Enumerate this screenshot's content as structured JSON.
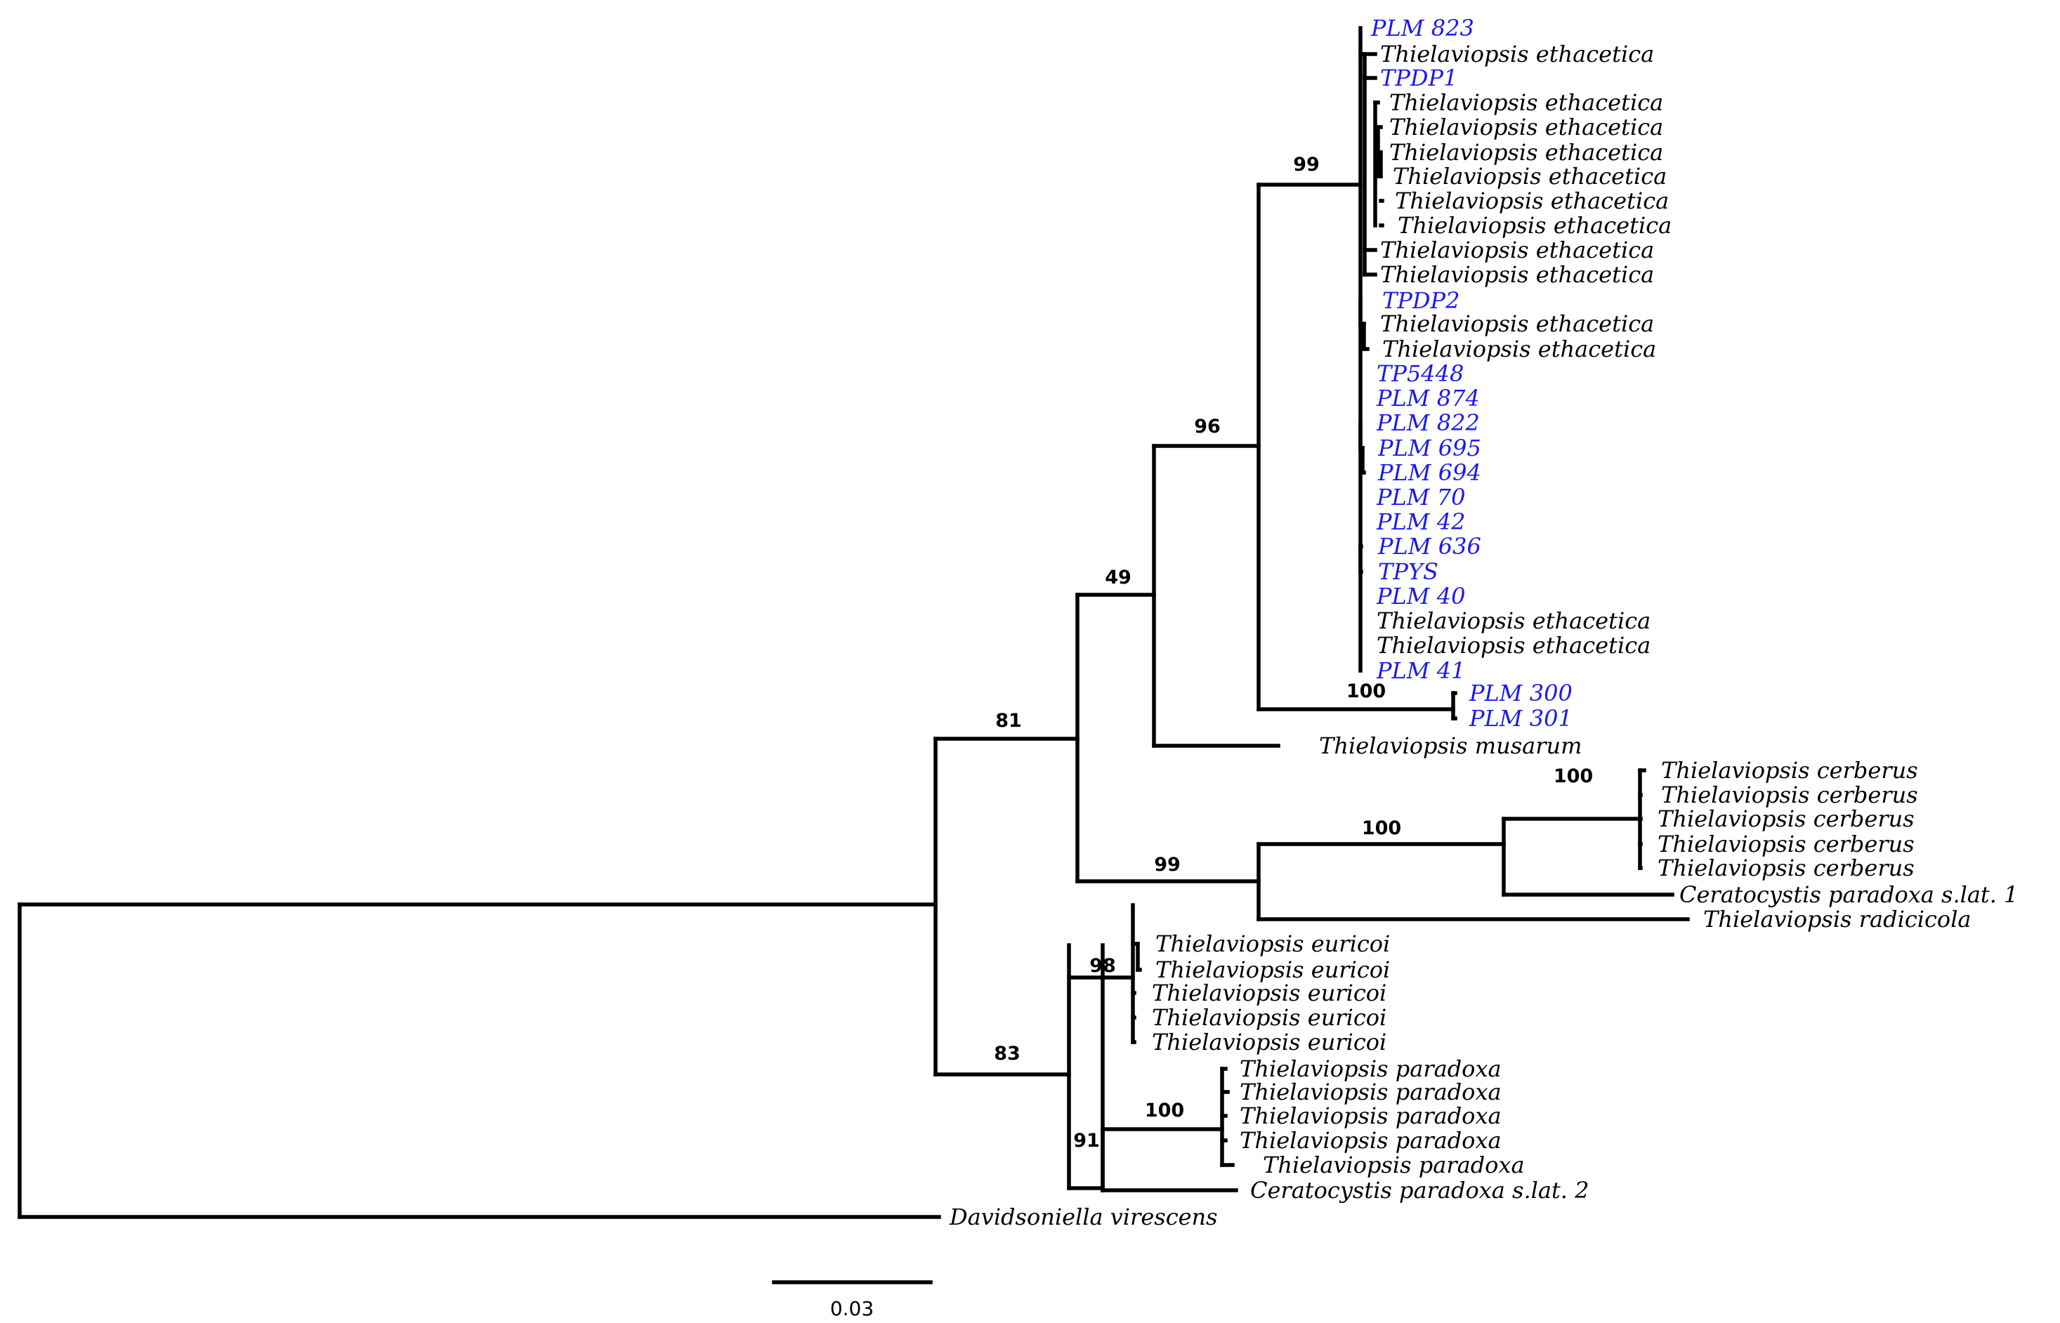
{
  "colors": {
    "branch": "#000000",
    "reference_taxon": "#000000",
    "study_isolate": "#1a1aee"
  },
  "tree": {
    "support_values": [
      "99",
      "96",
      "49",
      "81",
      "100",
      "100",
      "100",
      "99",
      "98",
      "100",
      "91",
      "83"
    ],
    "scale_bar": {
      "label": "0.03",
      "length": 0.03
    },
    "taxa": [
      {
        "label": "PLM 823",
        "type": "study_isolate"
      },
      {
        "label": "Thielaviopsis ethacetica",
        "type": "reference_taxon"
      },
      {
        "label": "TPDP1",
        "type": "study_isolate"
      },
      {
        "label": "Thielaviopsis ethacetica",
        "type": "reference_taxon"
      },
      {
        "label": "Thielaviopsis ethacetica",
        "type": "reference_taxon"
      },
      {
        "label": "Thielaviopsis ethacetica",
        "type": "reference_taxon"
      },
      {
        "label": "Thielaviopsis ethacetica",
        "type": "reference_taxon"
      },
      {
        "label": "Thielaviopsis ethacetica",
        "type": "reference_taxon"
      },
      {
        "label": "Thielaviopsis ethacetica",
        "type": "reference_taxon"
      },
      {
        "label": "Thielaviopsis ethacetica",
        "type": "reference_taxon"
      },
      {
        "label": "Thielaviopsis ethacetica",
        "type": "reference_taxon"
      },
      {
        "label": "TPDP2",
        "type": "study_isolate"
      },
      {
        "label": "Thielaviopsis ethacetica",
        "type": "reference_taxon"
      },
      {
        "label": "Thielaviopsis ethacetica",
        "type": "reference_taxon"
      },
      {
        "label": "TP5448",
        "type": "study_isolate"
      },
      {
        "label": "PLM 874",
        "type": "study_isolate"
      },
      {
        "label": "PLM 822",
        "type": "study_isolate"
      },
      {
        "label": "PLM 695",
        "type": "study_isolate"
      },
      {
        "label": "PLM 694",
        "type": "study_isolate"
      },
      {
        "label": "PLM 70",
        "type": "study_isolate"
      },
      {
        "label": "PLM 42",
        "type": "study_isolate"
      },
      {
        "label": "PLM 636",
        "type": "study_isolate"
      },
      {
        "label": "TPYS",
        "type": "study_isolate"
      },
      {
        "label": "PLM 40",
        "type": "study_isolate"
      },
      {
        "label": "Thielaviopsis ethacetica",
        "type": "reference_taxon"
      },
      {
        "label": "Thielaviopsis ethacetica",
        "type": "reference_taxon"
      },
      {
        "label": "PLM 41",
        "type": "study_isolate"
      },
      {
        "label": "PLM 300",
        "type": "study_isolate"
      },
      {
        "label": "PLM 301",
        "type": "study_isolate"
      },
      {
        "label": "Thielaviopsis musarum",
        "type": "reference_taxon"
      },
      {
        "label": "Thielaviopsis cerberus",
        "type": "reference_taxon"
      },
      {
        "label": "Thielaviopsis cerberus",
        "type": "reference_taxon"
      },
      {
        "label": "Thielaviopsis cerberus",
        "type": "reference_taxon"
      },
      {
        "label": "Thielaviopsis cerberus",
        "type": "reference_taxon"
      },
      {
        "label": "Thielaviopsis cerberus",
        "type": "reference_taxon"
      },
      {
        "label": "Ceratocystis paradoxa s.lat. 1",
        "type": "reference_taxon"
      },
      {
        "label": "Thielaviopsis radicicola",
        "type": "reference_taxon"
      },
      {
        "label": "Thielaviopsis euricoi",
        "type": "reference_taxon"
      },
      {
        "label": "Thielaviopsis euricoi",
        "type": "reference_taxon"
      },
      {
        "label": "Thielaviopsis euricoi",
        "type": "reference_taxon"
      },
      {
        "label": "Thielaviopsis euricoi",
        "type": "reference_taxon"
      },
      {
        "label": "Thielaviopsis euricoi",
        "type": "reference_taxon"
      },
      {
        "label": "Thielaviopsis paradoxa",
        "type": "reference_taxon"
      },
      {
        "label": "Thielaviopsis paradoxa",
        "type": "reference_taxon"
      },
      {
        "label": "Thielaviopsis paradoxa",
        "type": "reference_taxon"
      },
      {
        "label": "Thielaviopsis paradoxa",
        "type": "reference_taxon"
      },
      {
        "label": "Thielaviopsis paradoxa",
        "type": "reference_taxon"
      },
      {
        "label": "Ceratocystis paradoxa s.lat. 2",
        "type": "reference_taxon"
      },
      {
        "label": "Davidsoniella virescens",
        "type": "reference_taxon"
      }
    ]
  }
}
